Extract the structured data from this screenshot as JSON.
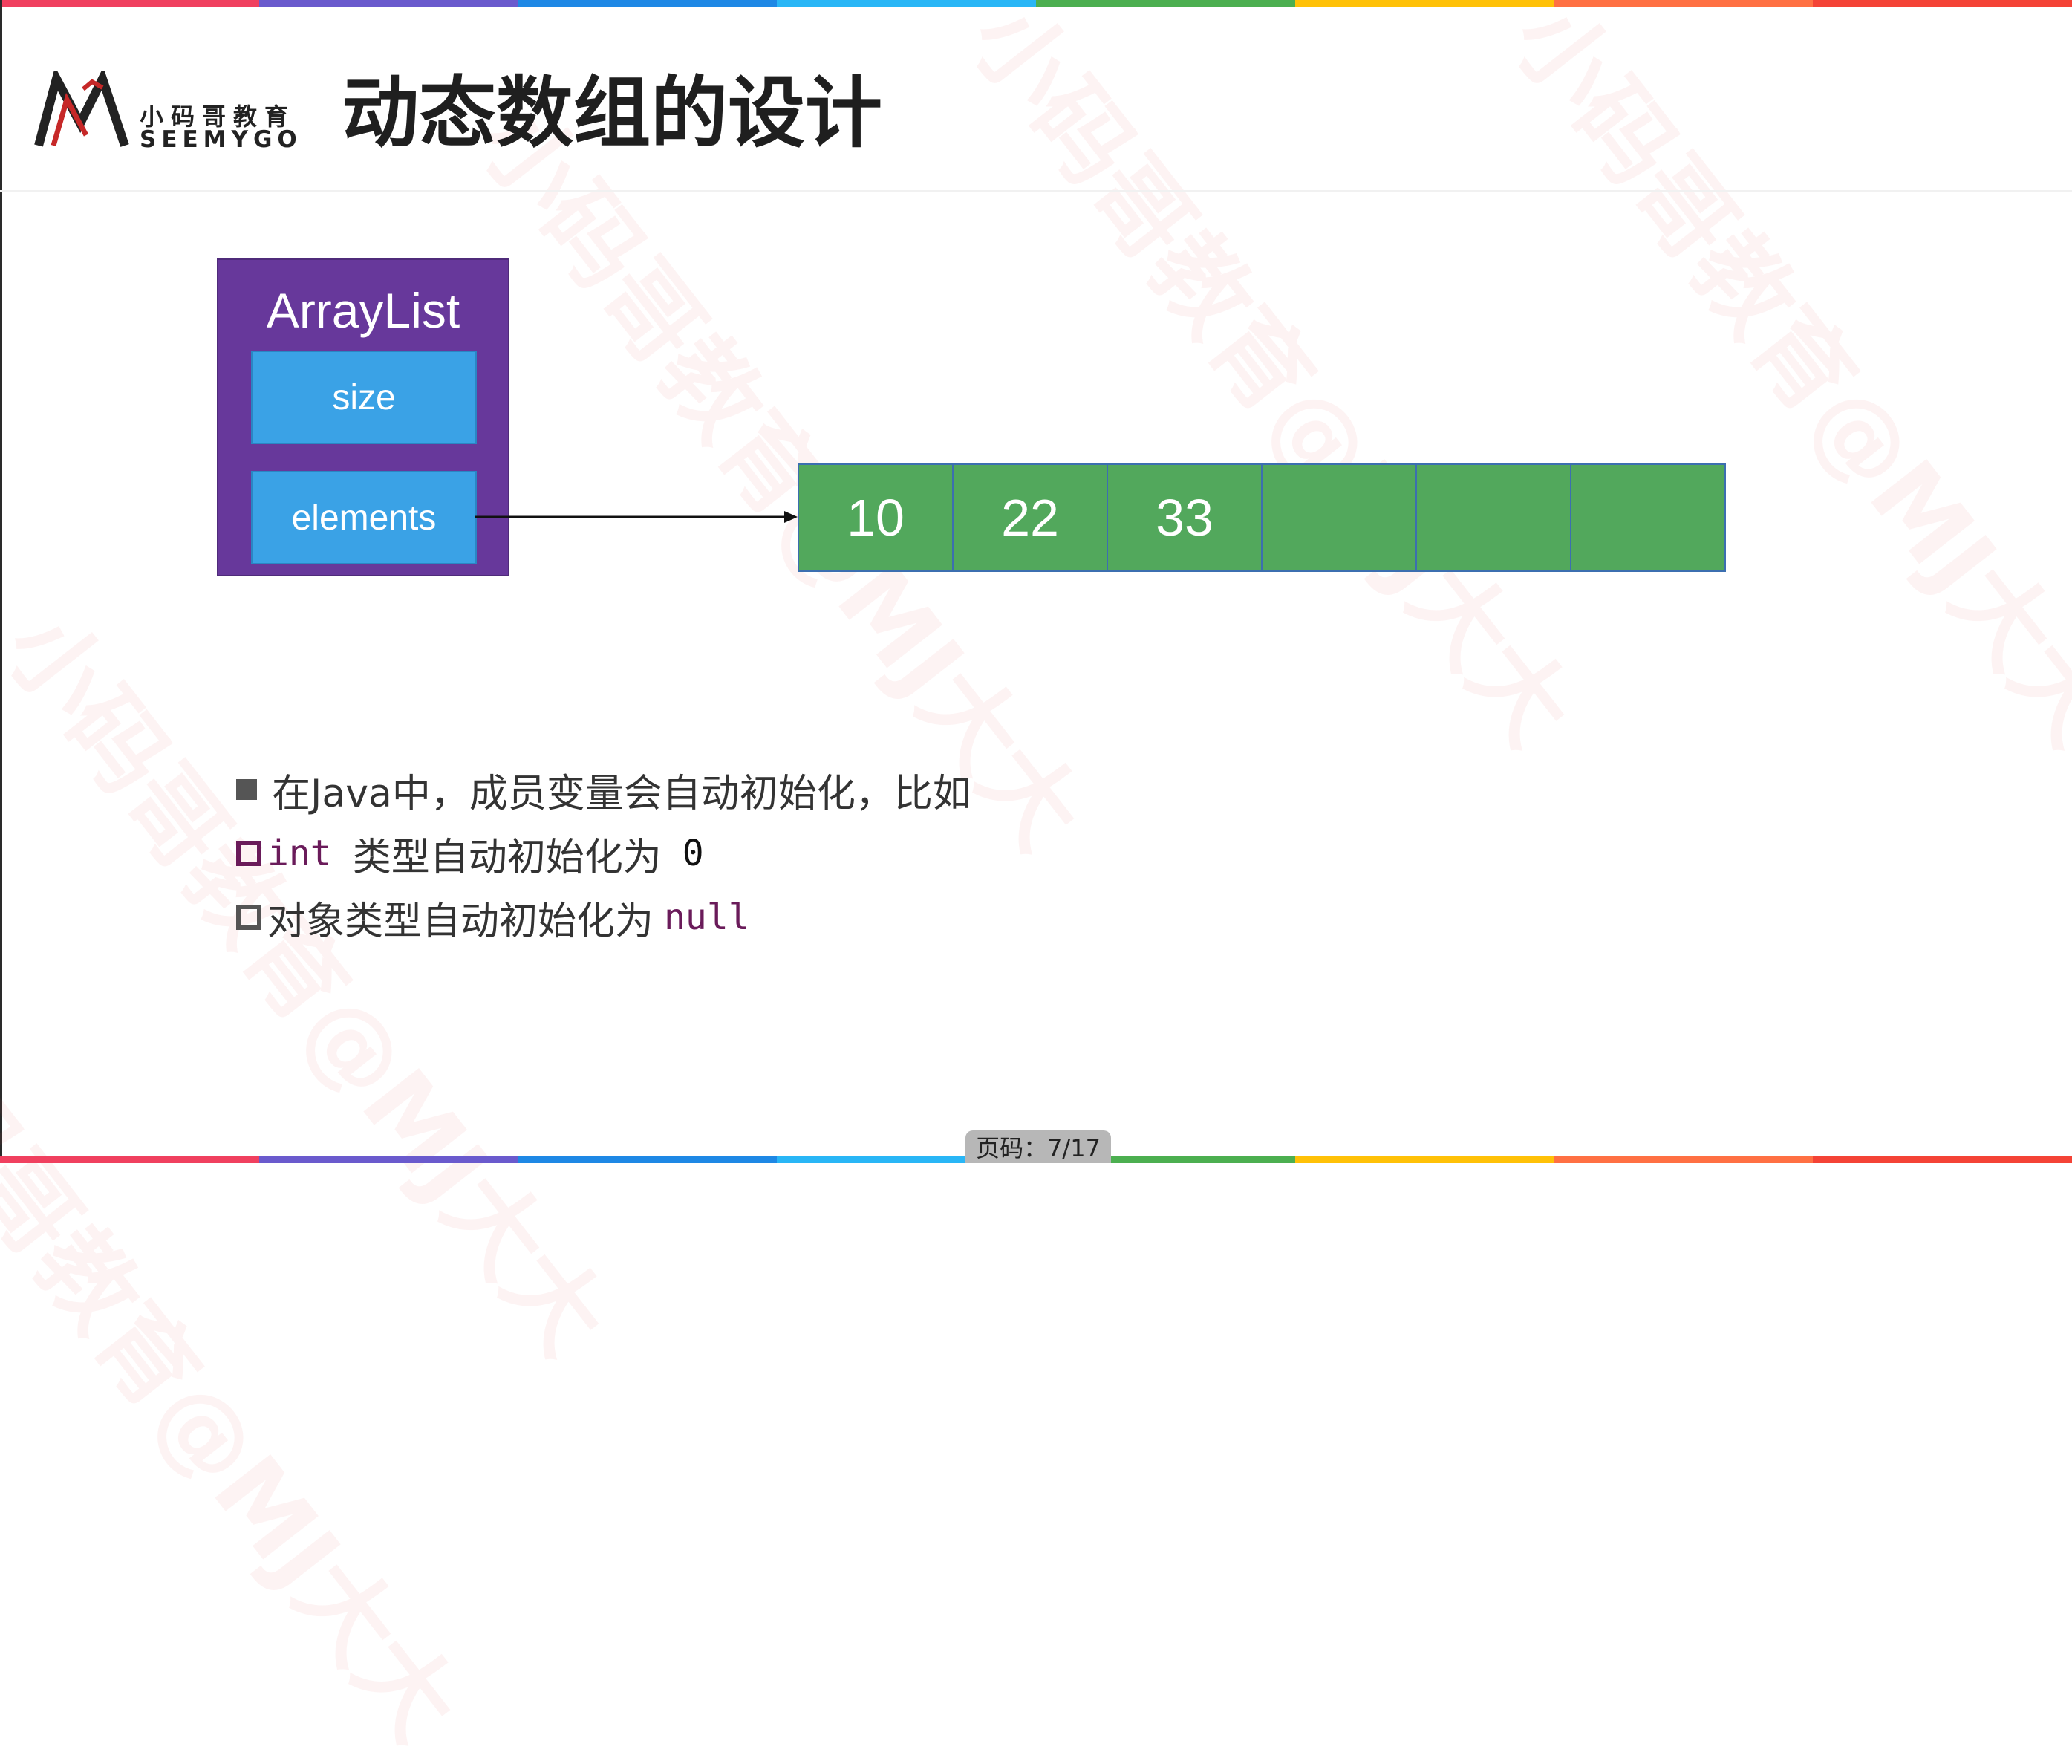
{
  "slide": {
    "title": "动态数组的设计",
    "page_indicator": "页码：7/17"
  },
  "logo": {
    "cn": "小码哥教育",
    "en": "SEEMYGO"
  },
  "diagram": {
    "class_name": "ArrayList",
    "fields": [
      "size",
      "elements"
    ],
    "array_cells": [
      "10",
      "22",
      "33",
      "",
      "",
      ""
    ]
  },
  "bullets": {
    "b1": "在Java中，成员变量会自动初始化，比如",
    "b2_keyword": "int",
    "b2_text": "类型自动初始化为",
    "b2_value": "0",
    "b3_text": "对象类型自动初始化为",
    "b3_value": "null"
  },
  "watermark": "小码哥教育@MJ大大",
  "colors": {
    "class_box": "#67389b",
    "field_box": "#3aa2e6",
    "array_cell": "#52a85c",
    "code_keyword": "#6a1b5a",
    "stripe": [
      "#f0405f",
      "#6a5acd",
      "#1e88e5",
      "#29b6f6",
      "#4caf50",
      "#ffc107",
      "#ff7043",
      "#f44336"
    ]
  }
}
